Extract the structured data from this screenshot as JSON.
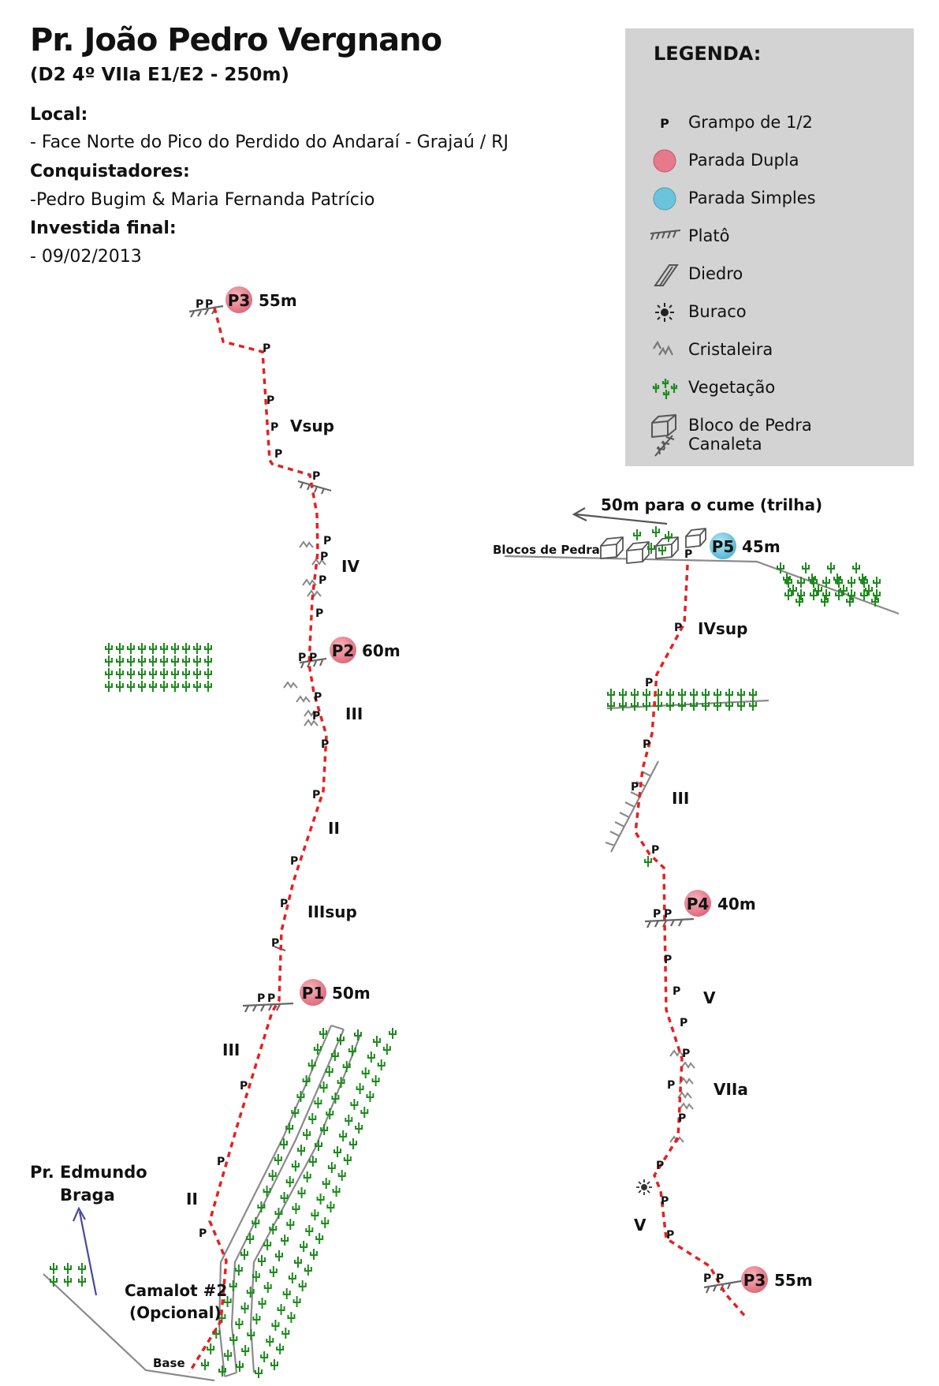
{
  "header": {
    "title": "Pr. João Pedro Vergnano",
    "subtitle": "(D2 4º VIIa E1/E2 - 250m)",
    "local_label": "Local:",
    "local_value": "- Face Norte do Pico do Perdido do Andaraí - Grajaú / RJ",
    "conq_label": "Conquistadores:",
    "conq_value": "-Pedro Bugim & Maria Fernanda Patrício",
    "inv_label": "Investida final:",
    "inv_value": "- 09/02/2013"
  },
  "legend": {
    "title": "LEGENDA:",
    "items": [
      {
        "icon": "bolt-p-icon",
        "label": "Grampo de 1/2"
      },
      {
        "icon": "double-anchor-icon",
        "label": "Parada Dupla"
      },
      {
        "icon": "single-anchor-icon",
        "label": "Parada Simples"
      },
      {
        "icon": "ledge-icon",
        "label": "Platô"
      },
      {
        "icon": "dihedral-icon",
        "label": "Diedro"
      },
      {
        "icon": "hole-icon",
        "label": "Buraco"
      },
      {
        "icon": "crystal-icon",
        "label": "Cristaleira"
      },
      {
        "icon": "vegetation-icon",
        "label": "Vegetação"
      },
      {
        "icon": "boulder-icon",
        "label": "Bloco de Pedra"
      },
      {
        "icon": "gully-icon",
        "label": "Canaleta"
      }
    ]
  },
  "colors": {
    "route": "#e32222",
    "double_anchor": "#e67a8a",
    "single_anchor": "#6cc3dc",
    "vegetation": "#1e8a1e",
    "rock_line": "#8a8a8a",
    "arrow": "#4a4a9a",
    "legend_bg": "#d3d3d3"
  },
  "topo": {
    "bolt": "P",
    "anchors": {
      "p1": {
        "label": "P1",
        "length": "50m"
      },
      "p2": {
        "label": "P2",
        "length": "60m"
      },
      "p3_left": {
        "label": "P3",
        "length": "55m"
      },
      "p3_right": {
        "label": "P3",
        "length": "55m"
      },
      "p4": {
        "label": "P4",
        "length": "40m"
      },
      "p5": {
        "label": "P5",
        "length": "45m"
      }
    },
    "grades": {
      "g_vsup": "Vsup",
      "g_iv": "IV",
      "g_iii_a": "III",
      "g_ii_a": "II",
      "g_iiisup": "IIIsup",
      "g_iii_b": "III",
      "g_ii_b": "II",
      "g_ivsup": "IVsup",
      "g_iii_c": "III",
      "g_v_a": "V",
      "g_viia": "VIIa",
      "g_v_b": "V"
    },
    "notes": {
      "summit": "50m para o cume (trilha)",
      "boulders": "Blocos de Pedra",
      "edmundo_1": "Pr. Edmundo",
      "edmundo_2": "Braga",
      "camalot_1": "Camalot #2",
      "camalot_2": "(Opcional)",
      "base": "Base"
    }
  }
}
